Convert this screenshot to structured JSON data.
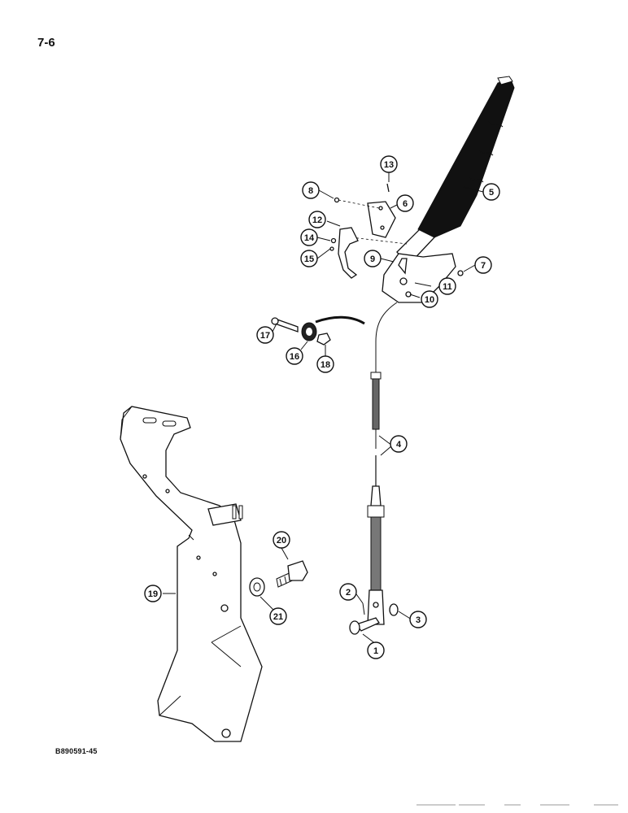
{
  "page": {
    "number": "7-6",
    "figure_code": "B890591-45"
  },
  "callouts": [
    {
      "id": "callout-1",
      "label": "1"
    },
    {
      "id": "callout-2",
      "label": "2"
    },
    {
      "id": "callout-3",
      "label": "3"
    },
    {
      "id": "callout-4",
      "label": "4"
    },
    {
      "id": "callout-5",
      "label": "5"
    },
    {
      "id": "callout-6",
      "label": "6"
    },
    {
      "id": "callout-7",
      "label": "7"
    },
    {
      "id": "callout-8",
      "label": "8"
    },
    {
      "id": "callout-9",
      "label": "9"
    },
    {
      "id": "callout-10",
      "label": "10"
    },
    {
      "id": "callout-11",
      "label": "11"
    },
    {
      "id": "callout-12",
      "label": "12"
    },
    {
      "id": "callout-13",
      "label": "13"
    },
    {
      "id": "callout-14",
      "label": "14"
    },
    {
      "id": "callout-15",
      "label": "15"
    },
    {
      "id": "callout-16",
      "label": "16"
    },
    {
      "id": "callout-17",
      "label": "17"
    },
    {
      "id": "callout-18",
      "label": "18"
    },
    {
      "id": "callout-19",
      "label": "19"
    },
    {
      "id": "callout-20",
      "label": "20"
    },
    {
      "id": "callout-21",
      "label": "21"
    }
  ]
}
